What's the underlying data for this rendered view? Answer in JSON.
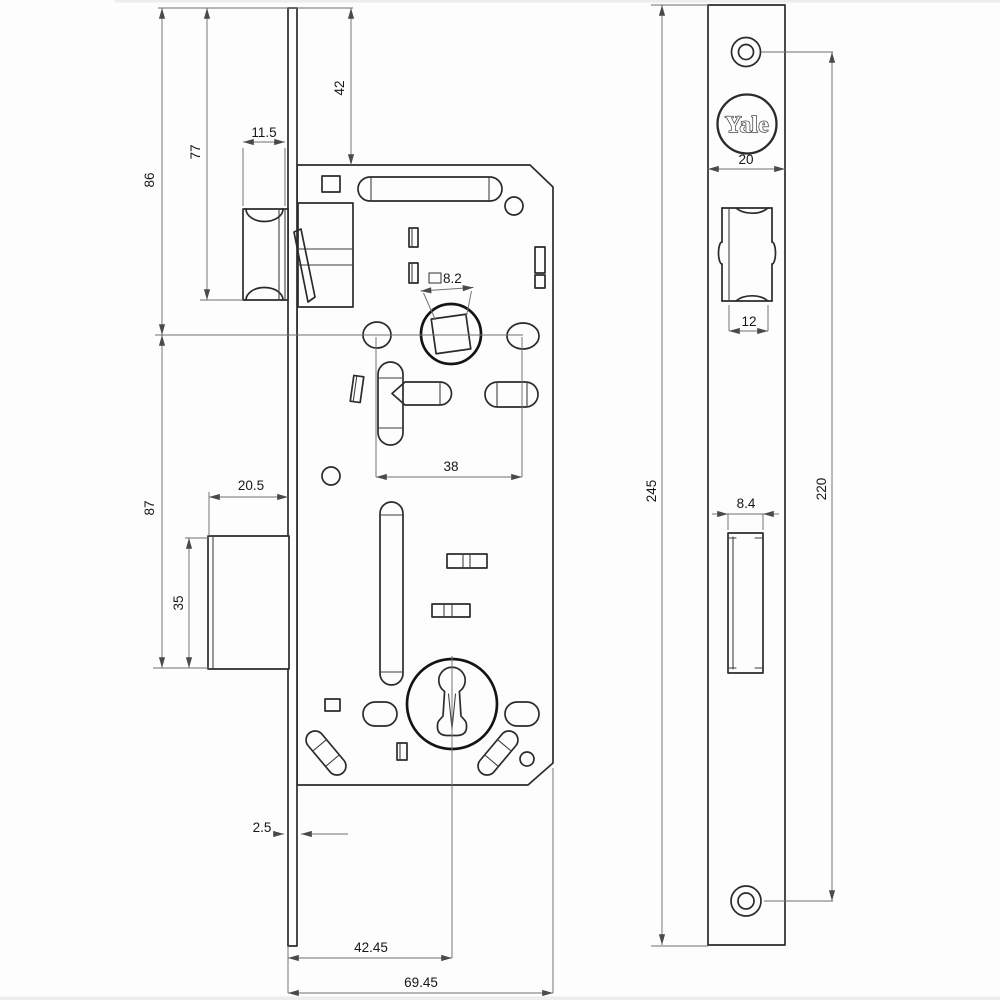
{
  "brand": {
    "name": "Yale"
  },
  "dims": {
    "v86": "86",
    "v77": "77",
    "v11_5": "11.5",
    "v42": "42",
    "v8_2": "8.2",
    "v20_5": "20.5",
    "v87": "87",
    "v35": "35",
    "v38": "38",
    "v2_5": "2.5",
    "v42_45": "42.45",
    "v69_45": "69.45",
    "v20": "20",
    "v12": "12",
    "v8_4": "8.4",
    "v245": "245",
    "v220": "220"
  }
}
